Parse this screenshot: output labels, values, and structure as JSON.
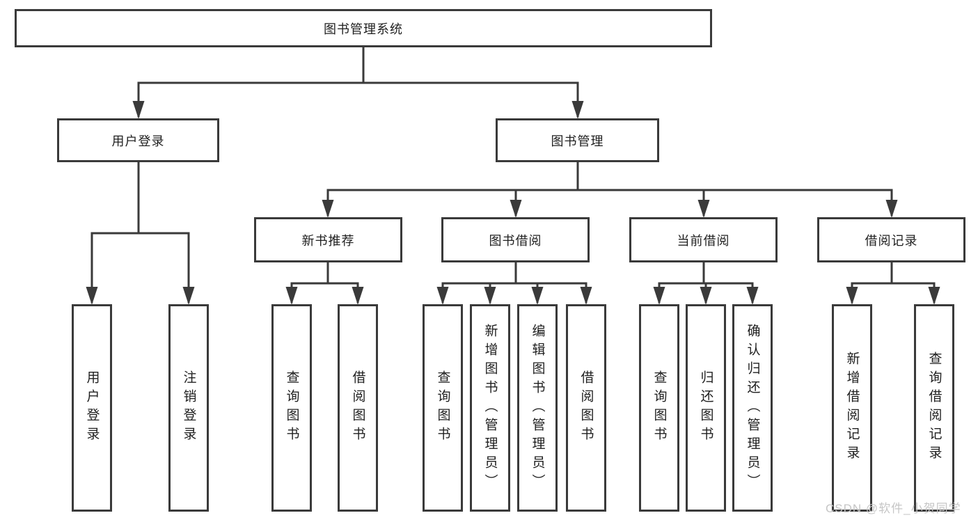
{
  "tree": {
    "root": {
      "label": "图书管理系统",
      "children": [
        {
          "label": "用户登录",
          "children": [
            {
              "label": "用户登录"
            },
            {
              "label": "注销登录"
            }
          ]
        },
        {
          "label": "图书管理",
          "children": [
            {
              "label": "新书推荐",
              "children": [
                {
                  "label": "查询图书"
                },
                {
                  "label": "借阅图书"
                }
              ]
            },
            {
              "label": "图书借阅",
              "children": [
                {
                  "label": "查询图书"
                },
                {
                  "label": "新增图书（管理员）"
                },
                {
                  "label": "编辑图书（管理员）"
                },
                {
                  "label": "借阅图书"
                }
              ]
            },
            {
              "label": "当前借阅",
              "children": [
                {
                  "label": "查询图书"
                },
                {
                  "label": "归还图书"
                },
                {
                  "label": "确认归还（管理员）"
                }
              ]
            },
            {
              "label": "借阅记录",
              "children": [
                {
                  "label": "新增借阅记录"
                },
                {
                  "label": "查询借阅记录"
                }
              ]
            }
          ]
        }
      ]
    }
  },
  "watermark": {
    "text": "CSDN @软件_小贺同学"
  },
  "colors": {
    "line": "#3a3a3a",
    "text": "#1f1f1f",
    "box_background": "#ffffff",
    "page_background": "#ffffff",
    "watermark": "#c6c6c6"
  }
}
